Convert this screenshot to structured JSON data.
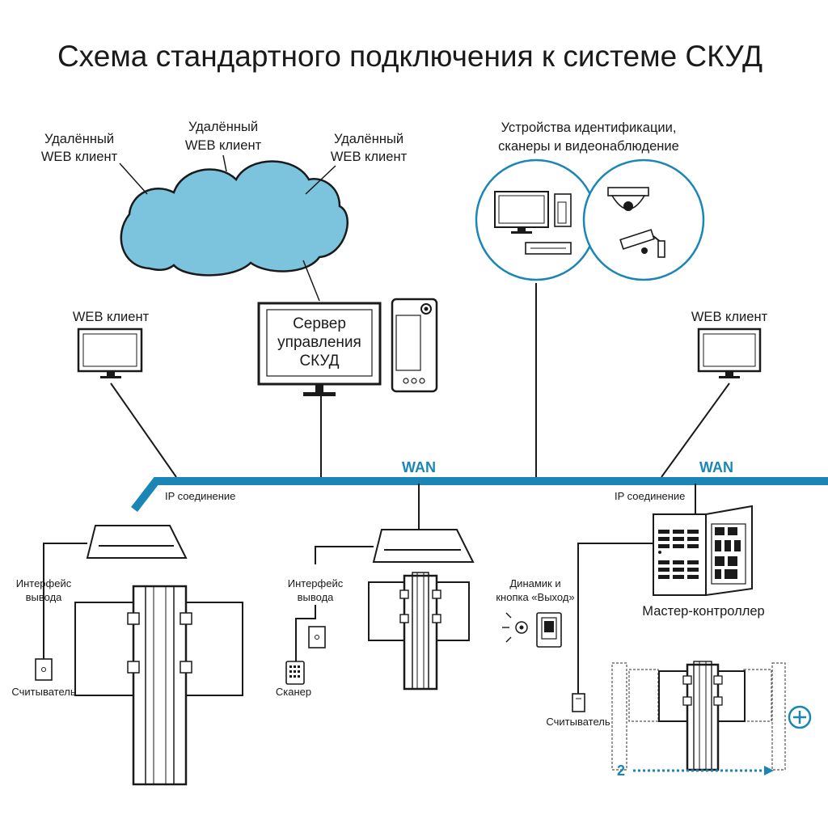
{
  "title": "Схема стандартного подключения к системе СКУД",
  "cloud": {
    "client1": [
      "Удалённый",
      "WEB клиент"
    ],
    "client2": [
      "Удалённый",
      "WEB клиент"
    ],
    "client3": [
      "Удалённый",
      "WEB клиент"
    ]
  },
  "devices_label": [
    "Устройства идентификации,",
    "сканеры и видеонаблюдение"
  ],
  "web_client_left": "WEB клиент",
  "web_client_right": "WEB клиент",
  "server_label": [
    "Сервер",
    "управления",
    "СКУД"
  ],
  "wan_labels": [
    "WAN",
    "WAN"
  ],
  "ip_left": "IP соединение",
  "ip_right": "IP соединение",
  "left_turnstile": {
    "interface": [
      "Интерфейс",
      "вывода"
    ],
    "reader": "Считыватель"
  },
  "middle_turnstile": {
    "interface": [
      "Интерфейс",
      "вывода"
    ],
    "scanner": "Сканер"
  },
  "right_section": {
    "speaker": [
      "Динамик и",
      "кнопка «Выход»"
    ],
    "controller": "Мастер-контроллер",
    "reader": "Считыватель",
    "count": "2"
  },
  "colors": {
    "accent": "#1b86b6",
    "cloud": "#7cc4de",
    "line": "#1a1a1a"
  }
}
